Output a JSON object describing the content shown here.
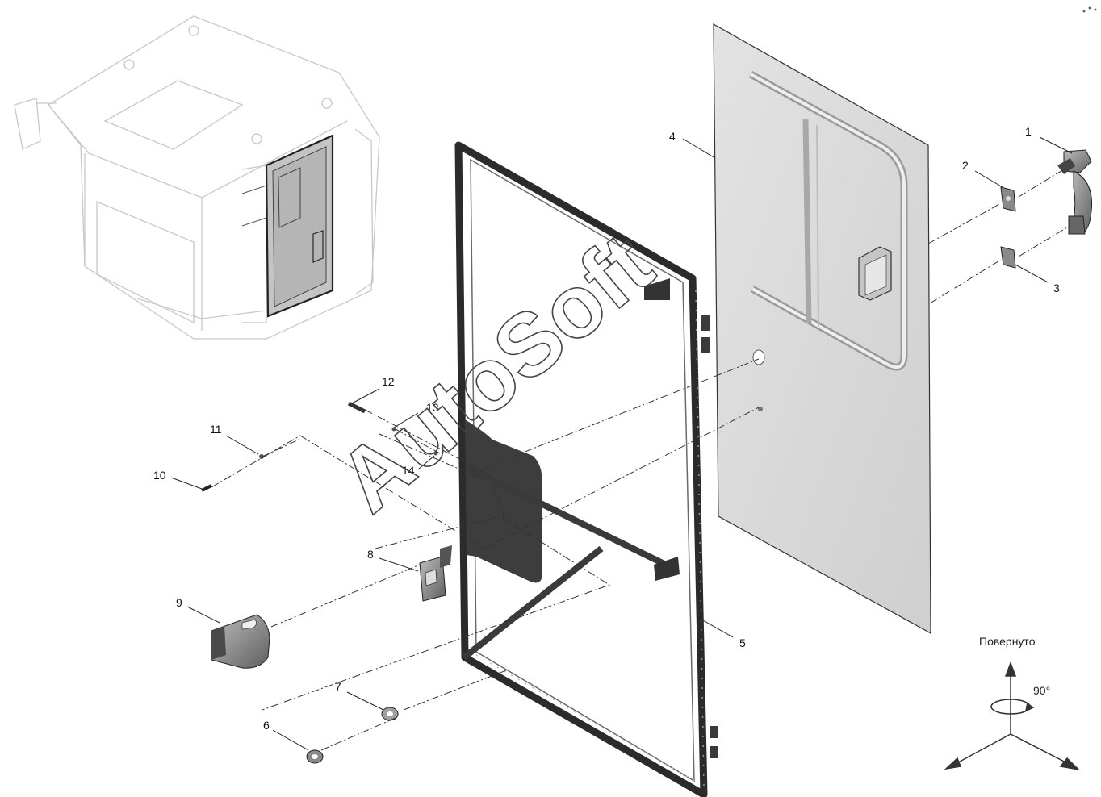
{
  "watermark": "AutoSoft",
  "rotation_note": {
    "caption": "Повернуто",
    "angle": "90°"
  },
  "callouts": [
    {
      "id": "1",
      "label": "1"
    },
    {
      "id": "2",
      "label": "2"
    },
    {
      "id": "3",
      "label": "3"
    },
    {
      "id": "4",
      "label": "4"
    },
    {
      "id": "5",
      "label": "5"
    },
    {
      "id": "6",
      "label": "6"
    },
    {
      "id": "7",
      "label": "7"
    },
    {
      "id": "8",
      "label": "8"
    },
    {
      "id": "9",
      "label": "9"
    },
    {
      "id": "10",
      "label": "10"
    },
    {
      "id": "11",
      "label": "11"
    },
    {
      "id": "12",
      "label": "12"
    },
    {
      "id": "13",
      "label": "13"
    },
    {
      "id": "14",
      "label": "14"
    }
  ],
  "colors": {
    "line": "#222222",
    "panel_fill": "#d9d9d9",
    "frame": "#2b2b2b",
    "ghost": "#c9c9c9"
  }
}
